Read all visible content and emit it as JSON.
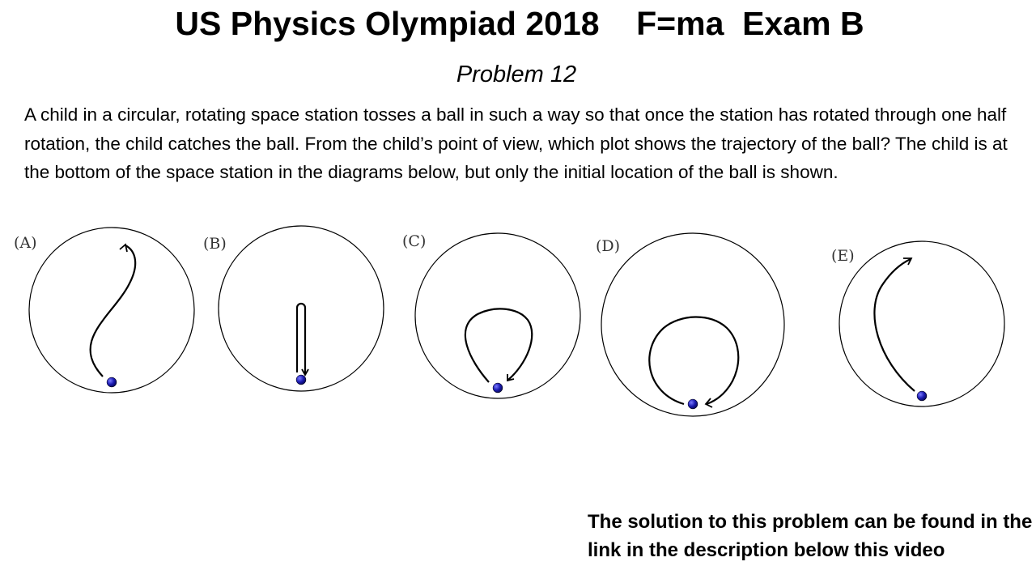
{
  "header": {
    "title": "US Physics Olympiad 2018    F=ma  Exam B",
    "subtitle": "Problem 12"
  },
  "problem": {
    "text": "A child in a circular, rotating space station tosses a ball in such a way so that once the station has rotated through one half rotation, the child catches the ball. From the child’s point of view, which plot shows the trajectory of the ball? The child is at the bottom of the space station in the diagrams below, but only the initial location of the ball is shown."
  },
  "options": [
    {
      "label": "(A)"
    },
    {
      "label": "(B)"
    },
    {
      "label": "(C)"
    },
    {
      "label": "(D)"
    },
    {
      "label": "(E)"
    }
  ],
  "colors": {
    "ball": "#1a1aa8",
    "ball_highlight": "#6b6bff",
    "line": "#000000"
  },
  "footer": {
    "note": "The solution to this problem can be found in the link in the description below this video"
  }
}
